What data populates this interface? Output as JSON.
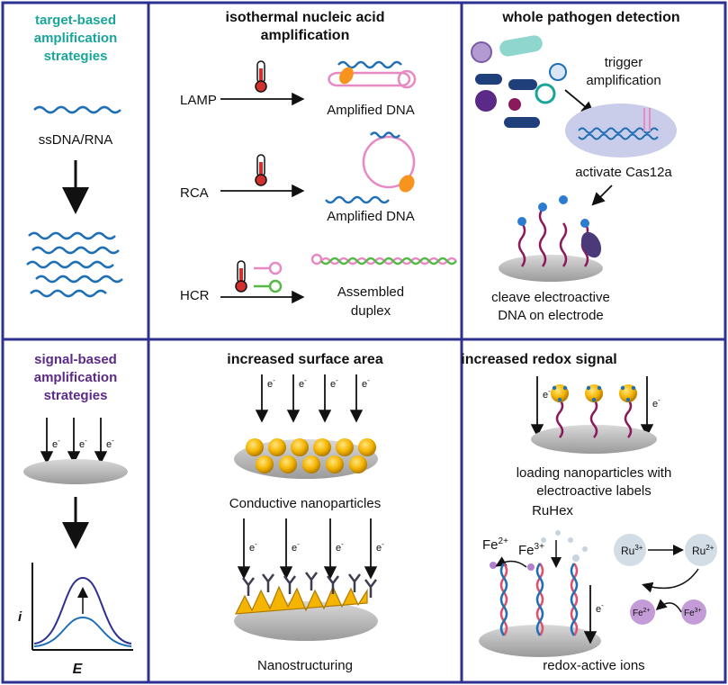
{
  "panels": {
    "target_title": [
      "target-based",
      "amplification",
      "strategies"
    ],
    "target_label": "ssDNA/RNA",
    "iso_title": [
      "isothermal nucleic acid",
      "amplification"
    ],
    "lamp": "LAMP",
    "rca": "RCA",
    "hcr": "HCR",
    "amplified_dna_1": "Amplified DNA",
    "amplified_dna_2": "Amplified DNA",
    "assembled": [
      "Assembled",
      "duplex"
    ],
    "whole_title": "whole pathogen detection",
    "trigger": [
      "trigger",
      "amplification"
    ],
    "activate": "activate Cas12a",
    "cleave": [
      "cleave electroactive",
      "DNA on electrode"
    ],
    "signal_title": [
      "signal-based",
      "amplification",
      "strategies"
    ],
    "axis_i": "i",
    "axis_E": "E",
    "surface_title": "increased surface area",
    "conductive": "Conductive nanoparticles",
    "nanostructuring": "Nanostructuring",
    "redox_title": "increased redox signal",
    "loading": [
      "loading nanoparticles with",
      "electroactive labels"
    ],
    "ruhex": "RuHex",
    "fe2": "Fe",
    "fe2_sup": "2+",
    "fe3": "Fe",
    "fe3_sup": "3+",
    "ru3": "Ru",
    "ru3_sup": "3+",
    "ru2": "Ru",
    "ru2_sup": "2+",
    "fe2_small": "Fe",
    "fe2_small_sup": "2+",
    "fe3_small": "Fe",
    "fe3_small_sup": "3+",
    "redox_ions": "redox-active ions",
    "electron": "e",
    "electron_sup": "-"
  },
  "colors": {
    "border": "#2e3192",
    "teal": "#1aa59a",
    "purple": "#5b2a86",
    "dna_blue": "#1f6fb4",
    "pink": "#e889c4",
    "orange": "#f7941d",
    "gold": "#f5b400",
    "maroon": "#8b1a5c",
    "gray": "#bdbdbd"
  },
  "icons": [
    "thermometer-icon",
    "electrode-icon",
    "nanoparticle-icon",
    "bacteria-icon",
    "virus-icon",
    "antibody-icon"
  ]
}
